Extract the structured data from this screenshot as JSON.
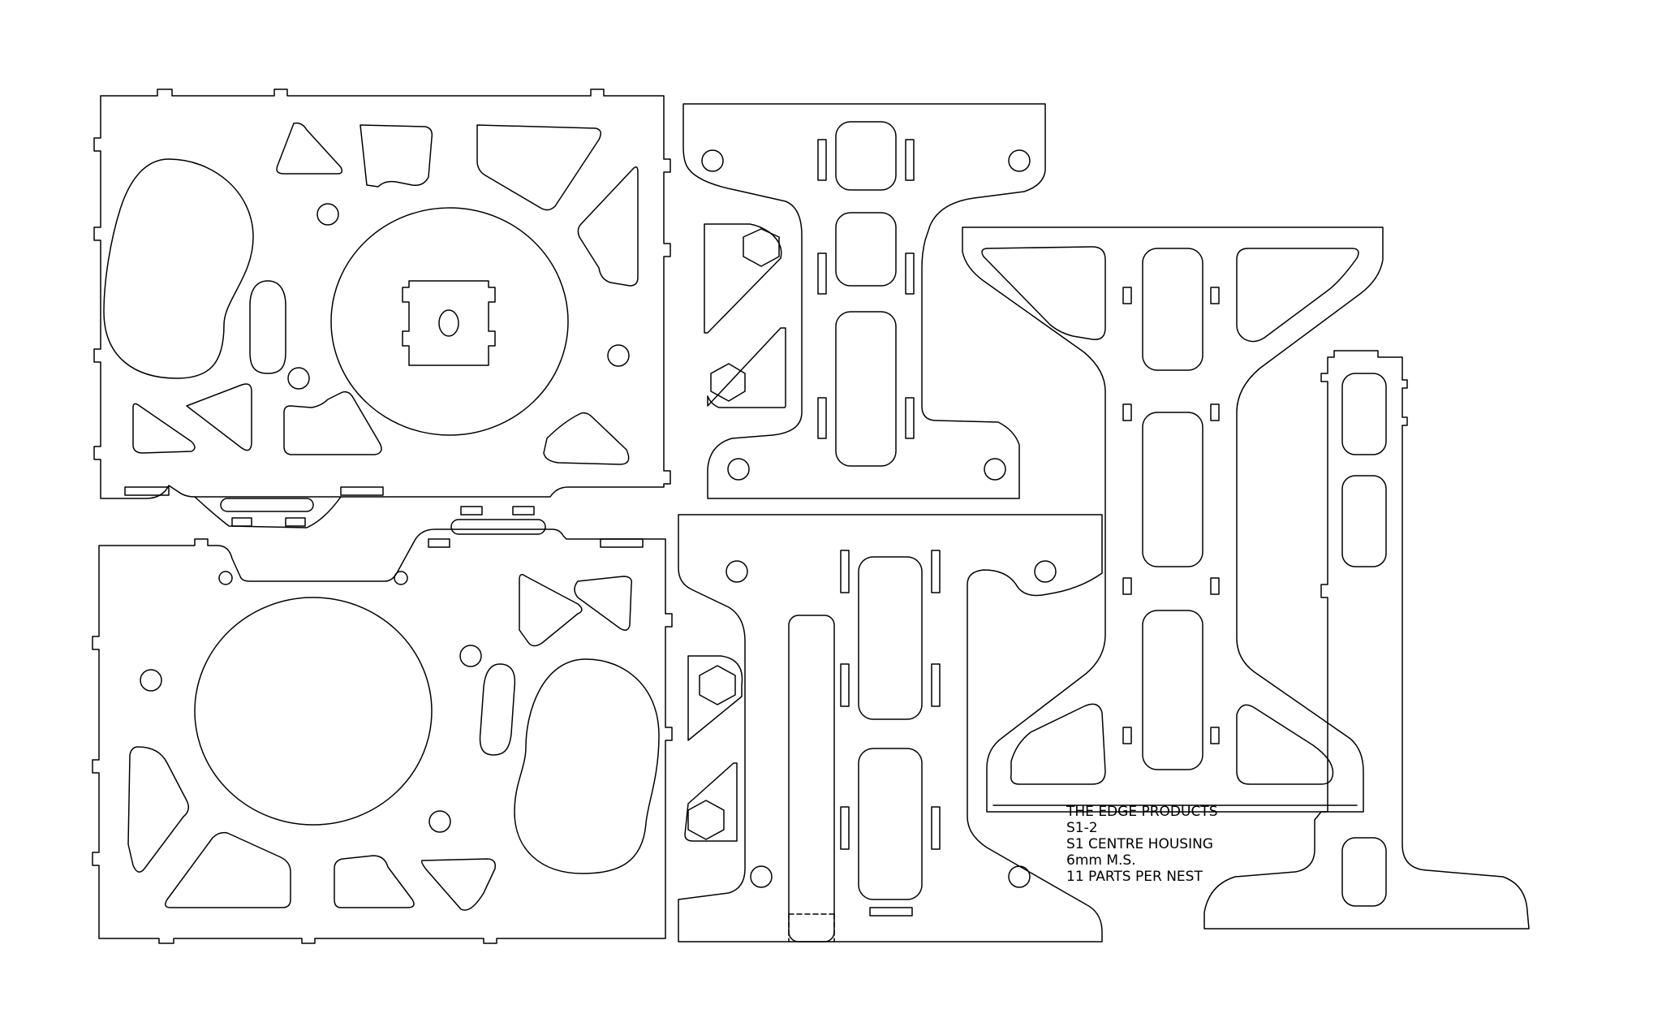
{
  "title_block": {
    "lines": [
      "THE EDGE PRODUCTS",
      "S1-2",
      "S1 CENTRE HOUSING",
      "6mm M.S.",
      "11 PARTS PER NEST"
    ]
  },
  "colors": {
    "line": "#000000",
    "background": "#ffffff"
  }
}
